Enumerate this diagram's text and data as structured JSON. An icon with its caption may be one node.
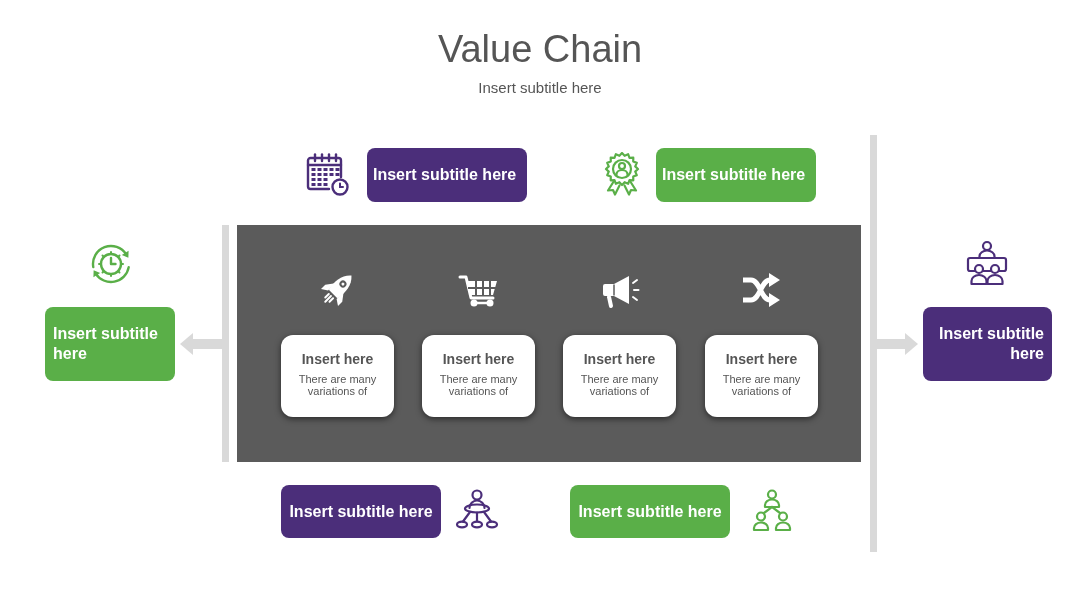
{
  "diagram": {
    "title": "Value Chain",
    "nodes": [
      {
        "text": [
          "Insert subtitle here"
        ]
      },
      {
        "text": [
          "Insert subtitle here"
        ]
      },
      {
        "text": [
          "Insert subtitle here"
        ]
      },
      {
        "text": [],
        "shape": "bar"
      },
      {
        "text": [],
        "shape": "box"
      },
      {
        "text": [
          "Insert here",
          "There are many variations of"
        ],
        "in": 4
      },
      {
        "text": [
          "Insert here",
          "There are many variations of"
        ],
        "in": 4
      },
      {
        "text": [
          "Insert here",
          "There are many variations of"
        ],
        "in": 4
      },
      {
        "text": [
          "Insert here",
          "There are many variations of"
        ],
        "in": 4
      },
      {
        "text": [],
        "shape": "bar"
      },
      {
        "text": [
          "Insert subtitle here"
        ]
      },
      {
        "text": [
          "Insert subtitle here"
        ]
      },
      {
        "text": [
          "Insert subtitle here"
        ]
      }
    ],
    "edges": [
      {
        "from": 3,
        "to": 2,
        "arrow": "to"
      },
      {
        "from": 9,
        "to": 10,
        "arrow": "to"
      }
    ],
    "labels": [
      "Insert subtitle here"
    ]
  }
}
